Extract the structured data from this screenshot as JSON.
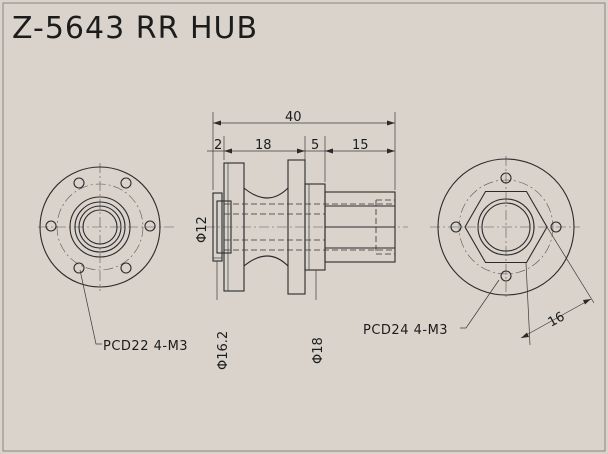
{
  "title": "Z-5643 RR HUB",
  "dimensions": {
    "overall_length": "40",
    "len_a": "2",
    "len_b": "18",
    "len_c": "5",
    "len_d": "15",
    "dia_bore": "Φ12",
    "dia_inner": "Φ16.2",
    "dia_boss": "Φ18",
    "hex_size": "16"
  },
  "notes": {
    "left_pcd": "PCD22 4-M3",
    "right_pcd": "PCD24 4-M3"
  }
}
